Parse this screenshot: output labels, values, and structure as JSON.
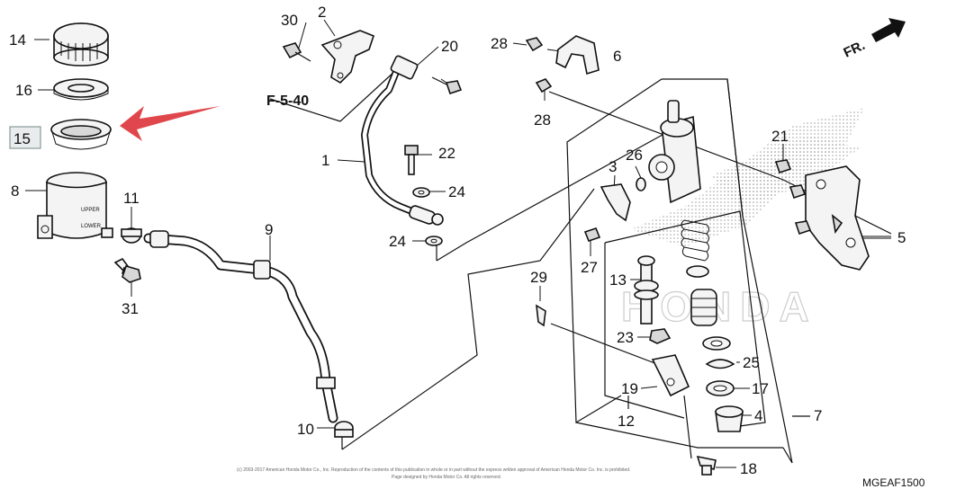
{
  "diagram": {
    "reference_label": "F-5-40",
    "direction_label": "FR.",
    "diagram_code": "MGEAF1500",
    "copyright_line1": "(c) 2003-2017 American Honda Motor Co., Inc. Reproduction of the contents of this publication in whole or in part without the express written approval of American Honda Motor Co. Inc. is prohibited.",
    "copyright_line2": "Page designed by Honda Motor Co. All rights reserved.",
    "highlighted_part": "15",
    "part_labels": {
      "p1": "1",
      "p2": "2",
      "p3": "3",
      "p4": "4",
      "p5": "5",
      "p6": "6",
      "p7": "7",
      "p8": "8",
      "p9": "9",
      "p10": "10",
      "p11": "11",
      "p12": "12",
      "p13": "13",
      "p14": "14",
      "p15": "15",
      "p16": "16",
      "p17": "17",
      "p18": "18",
      "p19": "19",
      "p20": "20",
      "p21": "21",
      "p22": "22",
      "p23": "23",
      "p24a": "24",
      "p24b": "24",
      "p25": "25",
      "p26": "26",
      "p27": "27",
      "p28a": "28",
      "p28b": "28",
      "p29": "29",
      "p30": "30",
      "p31": "31"
    },
    "reservoir_marks": {
      "upper": "UPPER",
      "lower": "LOWER"
    },
    "watermark": "HONDA",
    "colors": {
      "arrow": "#e0474c",
      "highlight_box": "#e8ecec",
      "ink": "#111111"
    }
  }
}
